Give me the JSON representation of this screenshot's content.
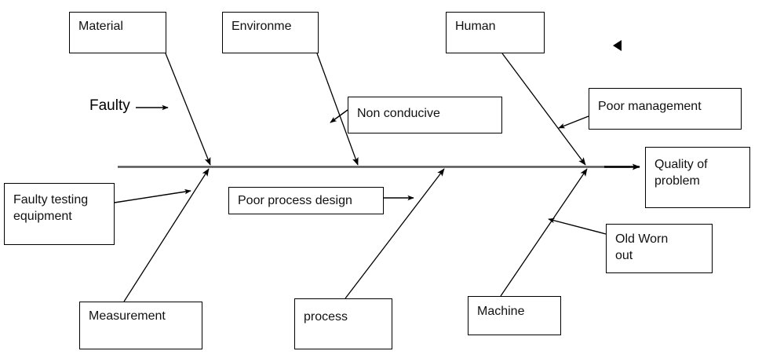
{
  "diagram": {
    "type": "fishbone-ishikawa",
    "title_text": "",
    "background_color": "#ffffff",
    "line_color": "#000000",
    "spine_color": "#555555",
    "effect": {
      "label": "Quality of\nproblem",
      "name": "quality-of-problem"
    },
    "categories": [
      {
        "name": "material",
        "label": "Material",
        "position": "top",
        "causes": [
          {
            "name": "faulty",
            "label": "Faulty",
            "boxed": false
          }
        ]
      },
      {
        "name": "environment",
        "label": "Environme",
        "position": "top",
        "causes": [
          {
            "name": "non-conducive",
            "label": "Non conducive",
            "boxed": true
          }
        ]
      },
      {
        "name": "human",
        "label": "Human",
        "position": "top",
        "causes": [
          {
            "name": "poor-management",
            "label": "Poor management",
            "boxed": true
          }
        ]
      },
      {
        "name": "measurement",
        "label": "Measurement",
        "position": "bottom",
        "causes": [
          {
            "name": "faulty-testing-equipment",
            "label": "Faulty testing\nequipment",
            "boxed": true
          }
        ]
      },
      {
        "name": "process",
        "label": "process",
        "position": "bottom",
        "causes": [
          {
            "name": "poor-process-design",
            "label": "Poor process design",
            "boxed": true
          }
        ]
      },
      {
        "name": "machine",
        "label": "Machine",
        "position": "bottom",
        "causes": [
          {
            "name": "old-worn-out",
            "label": "Old Worn\nout",
            "boxed": true
          }
        ]
      }
    ]
  },
  "boxes": {
    "material": "Material",
    "environment": "Environme",
    "human": "Human",
    "non_conducive": "Non conducive",
    "poor_management": "Poor management",
    "quality_of_problem": "Quality of\nproblem",
    "faulty_testing_equipment": "Faulty testing\nequipment",
    "poor_process_design": "Poor process design",
    "old_worn_out": "Old Worn\nout",
    "measurement": "Measurement",
    "process": "process",
    "machine": "Machine"
  },
  "labels": {
    "faulty": "Faulty"
  },
  "icons": {
    "stray_arrowhead": "triangle-left-icon"
  }
}
